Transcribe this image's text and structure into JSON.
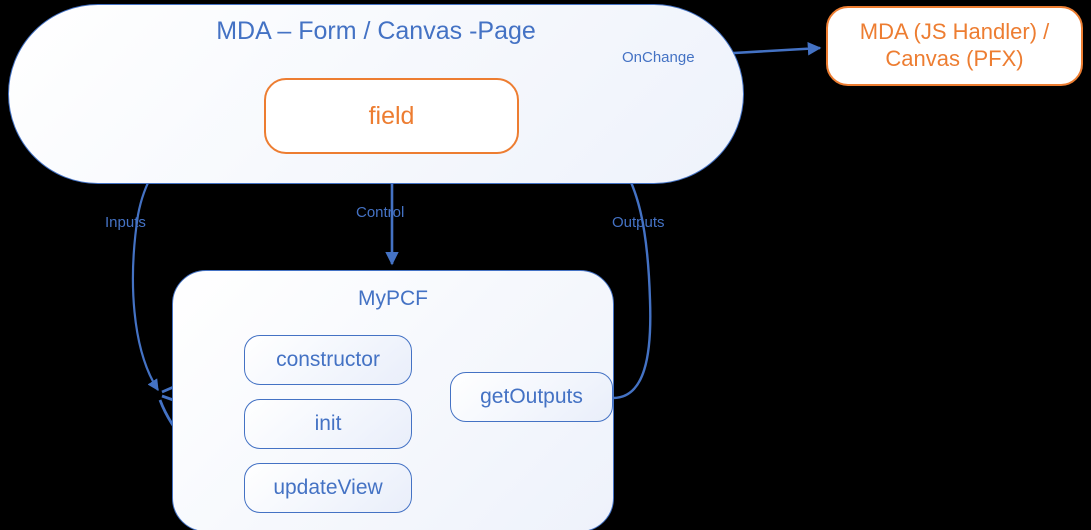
{
  "diagram": {
    "title_text": "MDA – Form / Canvas -Page",
    "colors": {
      "accent_blue": "#4472C4",
      "accent_orange": "#ED7D31",
      "background": "#000000"
    },
    "containers": [
      {
        "id": "mda",
        "label": "MDA – Form / Canvas -Page"
      },
      {
        "id": "mypcf",
        "label": "MyPCF"
      }
    ],
    "nodes": [
      {
        "id": "field",
        "label": "field",
        "style": "orange"
      },
      {
        "id": "handler",
        "line1": "MDA (JS Handler) /",
        "line2": "Canvas (PFX)",
        "style": "orange"
      },
      {
        "id": "constructor",
        "label": "constructor",
        "style": "blue"
      },
      {
        "id": "init",
        "label": "init",
        "style": "blue"
      },
      {
        "id": "updateView",
        "label": "updateView",
        "style": "blue"
      },
      {
        "id": "getOutputs",
        "label": "getOutputs",
        "style": "blue"
      }
    ],
    "edges": [
      {
        "id": "onchange",
        "label": "OnChange",
        "from": "field",
        "to": "handler"
      },
      {
        "id": "inputs",
        "label": "Inputs",
        "from": "field",
        "to": "mypcf-methods"
      },
      {
        "id": "control",
        "label": "Control",
        "from": "field",
        "to": "mypcf"
      },
      {
        "id": "outputs",
        "label": "Outputs",
        "from": "getOutputs",
        "to": "field"
      }
    ]
  }
}
